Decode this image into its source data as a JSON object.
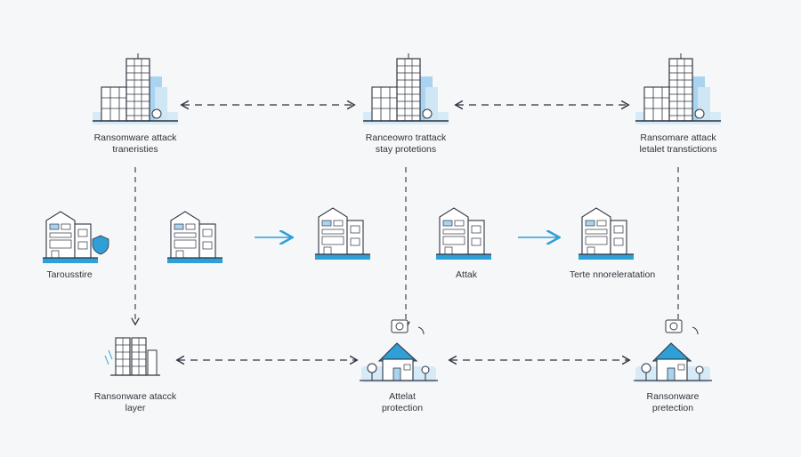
{
  "colors": {
    "background": "#f6f7f9",
    "line": "#2f3440",
    "accent_blue": "#2f9fd8",
    "light_blue": "#a9d3ee",
    "pale_blue": "#d6eaf7"
  },
  "top_row": [
    {
      "id": "t1",
      "icon": "office-towers-icon",
      "lines": [
        "Ransomware attack",
        "traneristies"
      ]
    },
    {
      "id": "t2",
      "icon": "office-towers-icon",
      "lines": [
        "Ranceowro trattack",
        "stay protetions"
      ]
    },
    {
      "id": "t3",
      "icon": "office-towers-icon",
      "lines": [
        "Ransomare attack",
        "letalet transtictions"
      ]
    }
  ],
  "middle_row": [
    {
      "id": "m1",
      "icon": "townhouse-shield-icon",
      "lines": [
        "Tarousstire"
      ]
    },
    {
      "id": "m2",
      "icon": "townhouse-icon",
      "lines": []
    },
    {
      "id": "m3",
      "icon": "townhouse-icon",
      "lines": []
    },
    {
      "id": "m4",
      "icon": "townhouse-icon",
      "lines": [
        "Attak"
      ]
    },
    {
      "id": "m5",
      "icon": "townhouse-icon",
      "lines": [
        "Terte nnoreleratation"
      ]
    }
  ],
  "bottom_row": [
    {
      "id": "b1",
      "icon": "server-building-icon",
      "lines": [
        "Ransonware atacck",
        "layer"
      ]
    },
    {
      "id": "b2",
      "icon": "house-protection-icon",
      "lines": [
        "Attelat",
        "protection"
      ]
    },
    {
      "id": "b3",
      "icon": "house-protection-icon",
      "lines": [
        "Ransonware",
        "pretection"
      ]
    }
  ]
}
